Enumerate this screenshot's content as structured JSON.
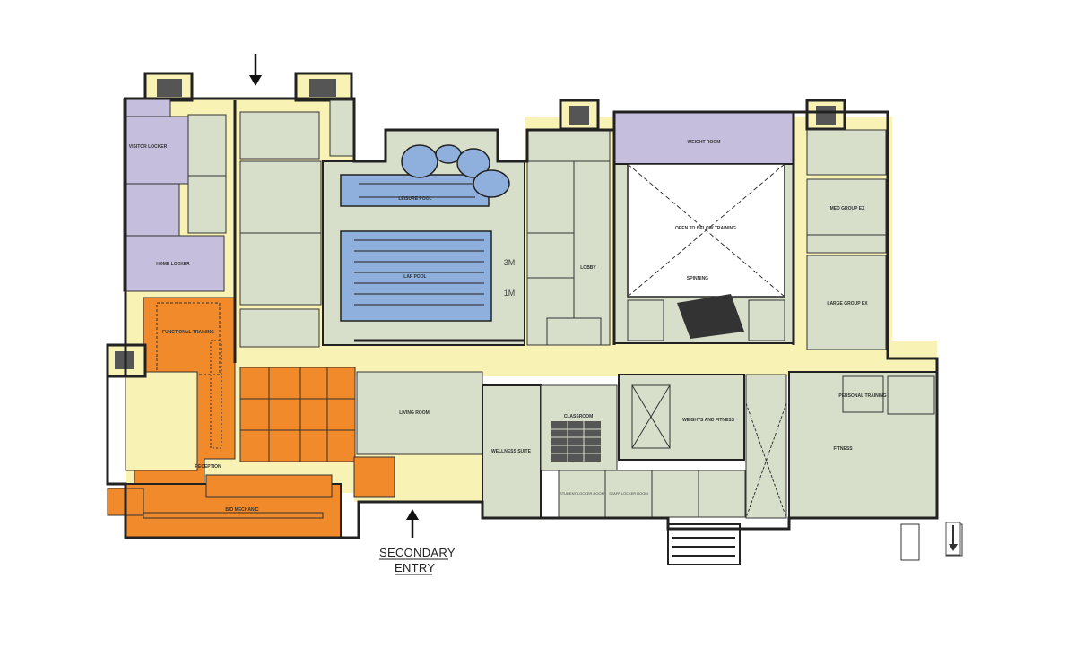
{
  "entries": {
    "secondary_line1": "SECONDARY",
    "secondary_line2": "ENTRY"
  },
  "labels": {
    "open_to_below": "OPEN TO BELOW TRAINING",
    "fitness": "FITNESS",
    "living_room": "LIVING ROOM",
    "wellness_suite": "WELLNESS SUITE",
    "classroom": "CLASSROOM",
    "weights_and_fitness": "WEIGHTS AND FITNESS",
    "lap_pool": "LAP POOL",
    "leisure_pool": "LEISURE POOL",
    "functional_training": "FUNCTIONAL TRAINING",
    "bio_mechanic": "BIO MECHANIC",
    "weight_room": "WEIGHT ROOM",
    "large_group_ex": "LARGE GROUP EX",
    "med_group_ex": "MED GROUP EX",
    "home_locker": "HOME LOCKER",
    "visitor_locker": "VISITOR LOCKER",
    "personal_training": "PERSONAL TRAINING",
    "student_locker_room": "STUDENT LOCKER ROOM",
    "staff_locker_room": "STAFF LOCKER ROOM",
    "lobby": "LOBBY",
    "reception": "RECEPTION",
    "spinning": "SPINNING",
    "depth_3m": "3M",
    "depth_1m": "1M"
  },
  "colors": {
    "corridor": "#f8f3b4",
    "room_green": "#d7dfcb",
    "room_purple": "#c5bedd",
    "room_orange": "#f08a2a",
    "pool_blue": "#8fb0dc",
    "stair_dark": "#555555"
  }
}
